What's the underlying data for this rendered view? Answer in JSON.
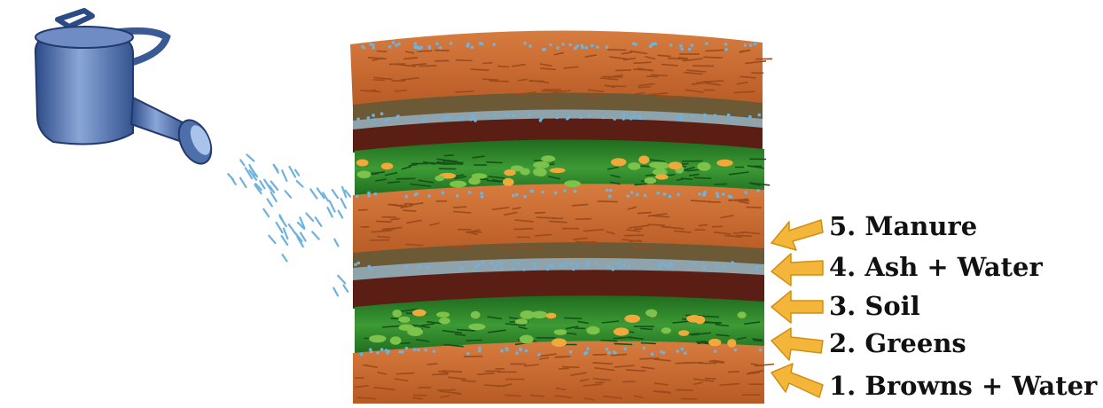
{
  "colors": {
    "browns": "#c96a32",
    "browns_dark": "#9b4b1c",
    "greens": "#2f8a2a",
    "greens_light": "#7cc24b",
    "soil": "#5b1e14",
    "ash": "#8fa3ad",
    "manure": "#6b5a35",
    "water": "#6fb3dd",
    "arrow": "#f4b63a",
    "can": "#3f5f9f"
  },
  "layers": [
    {
      "label": "5. Manure",
      "icon": "arrow-icon"
    },
    {
      "label": "4. Ash + Water",
      "icon": "arrow-icon"
    },
    {
      "label": "3. Soil",
      "icon": "arrow-icon"
    },
    {
      "label": "2. Greens",
      "icon": "arrow-icon"
    },
    {
      "label": "1. Browns + Water",
      "icon": "arrow-icon"
    }
  ],
  "watering_can": {
    "icon": "watering-can-icon"
  }
}
